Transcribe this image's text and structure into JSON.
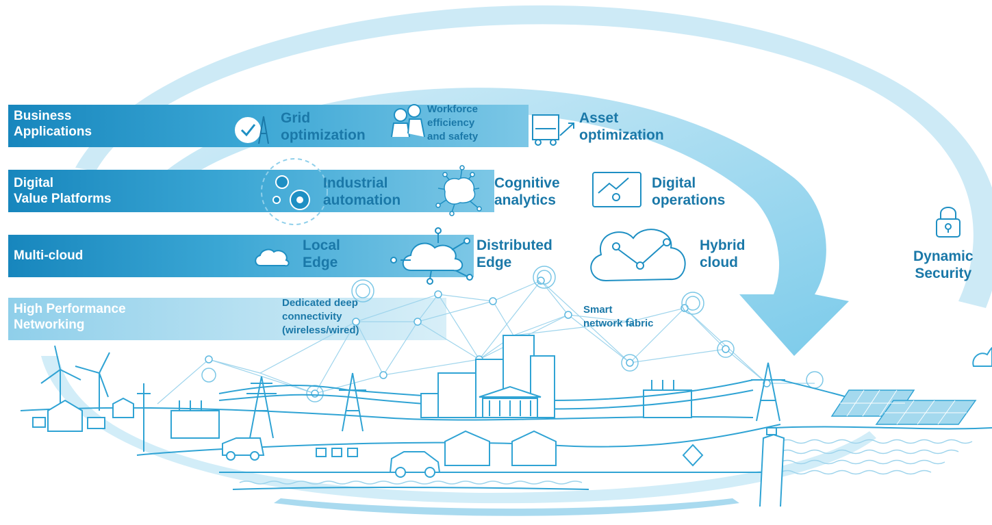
{
  "colors": {
    "accent": "#1e8fc3",
    "band_dark": "#1a8ec2",
    "band_light": "#bfe4f3",
    "line": "#38a9d6",
    "text": "#1a78a8"
  },
  "layers": [
    {
      "label": "Business\nApplications"
    },
    {
      "label": "Digital\nValue Platforms"
    },
    {
      "label": "Multi-cloud"
    },
    {
      "label": "High Performance\nNetworking"
    }
  ],
  "items": {
    "grid_optimization": "Grid\noptimization",
    "workforce": "Workforce\nefficiency\nand safety",
    "asset_optimization": "Asset\noptimization",
    "industrial_automation": "Industrial\nautomation",
    "cognitive_analytics": "Cognitive\nanalytics",
    "digital_operations": "Digital\noperations",
    "local_edge": "Local\nEdge",
    "distributed_edge": "Distributed\nEdge",
    "hybrid_cloud": "Hybrid\ncloud",
    "dedicated_connectivity": "Dedicated deep\nconnectivity\n(wireless/wired)",
    "smart_fabric": "Smart\nnetwork fabric",
    "dynamic_security": "Dynamic\nSecurity"
  },
  "icons": [
    "checkmark-icon",
    "workers-icon",
    "truck-icon",
    "gears-icon",
    "brain-icon",
    "monitor-icon",
    "cloud-icon",
    "lock-icon",
    "wind-turbine-icon",
    "power-tower-icon",
    "solar-panel-icon",
    "building-icon"
  ]
}
